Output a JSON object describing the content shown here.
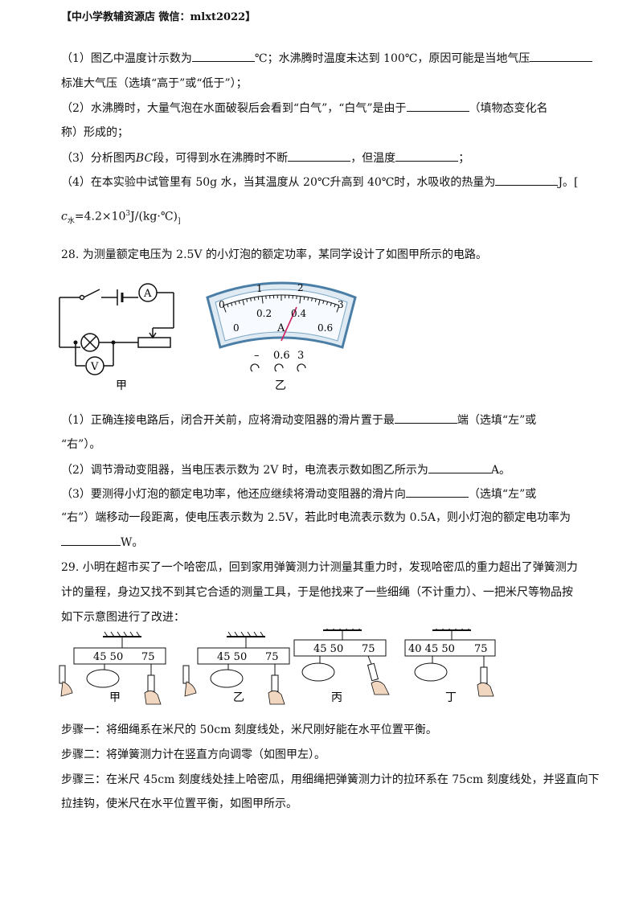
{
  "header": "【中小学教辅资源店  微信：mlxt2022】",
  "q27": {
    "p1a": "（1）图乙中温度计示数为",
    "p1b": "℃；水沸腾时温度未达到 100℃，原因可能是当地气压",
    "p1c": "标准大气压（选填“高于”或“低于”）；",
    "p2a": "（2）水沸腾时，大量气泡在水面破裂后会看到“白气”，“白气”是由于",
    "p2b": "（填物态变化名",
    "p2c": "称）形成的；",
    "p3a": "（3）分析图丙",
    "p3bc": "BC",
    "p3b": "段，可得到水在沸腾时不断",
    "p3c": "，但温度",
    "p3d": "；",
    "p4a": "（4）在本实验中试管里有 50g 水，当其温度从 20℃升高到 40℃时，水吸收的热量为",
    "p4b": "J。[",
    "formula_c": "c",
    "formula_sub": "水",
    "formula_eq": "=4.2×10",
    "formula_exp": "3",
    "formula_unit": "J/(kg·℃)",
    "formula_end": "]"
  },
  "q28": {
    "stem": "28. 为测量额定电压为 2.5V 的小灯泡的额定功率，某同学设计了如图甲所示的电路。",
    "fig_jia": "甲",
    "fig_yi": "乙",
    "ammeter_symbol": "A",
    "voltmeter_symbol": "V",
    "meter_top": [
      "0",
      "1",
      "2",
      "3"
    ],
    "meter_bottom": [
      "0",
      "0.2",
      "0.4",
      "0.6"
    ],
    "meter_unit": "A",
    "terminals": [
      "–",
      "0.6",
      "3"
    ],
    "p1a": "（1）正确连接电路后，闭合开关前，应将滑动变阻器的滑片置于最",
    "p1b": "端（选填“左”或",
    "p1c": "“右”）。",
    "p2a": "（2）调节滑动变阻器，当电压表示数为 2V 时，电流表示数如图乙所示为",
    "p2b": "A。",
    "p3a": "（3）要测得小灯泡的额定电功率，他还应继续将滑动变阻器的滑片向",
    "p3b": "（选填“左”或",
    "p3c": "“右”）端移动一段距离，使电压表示数为 2.5V，若此时电流表示数为 0.5A，则小灯泡的额定电功率为",
    "p3d": "W。"
  },
  "q29": {
    "l1": "29. 小明在超市买了一个哈密瓜，回到家用弹簧测力计测量其重力时，发现哈密瓜的重力超出了弹簧测力",
    "l2": "计的量程，身边又找不到其它合适的测量工具，于是他找来了一些细绳（不计重力）、一把米尺等物品按",
    "l3": "如下示意图进行了改进：",
    "figs": [
      {
        "label": "甲",
        "ticks": "45 50",
        "right": "75"
      },
      {
        "label": "乙",
        "ticks": "45 50",
        "right": "75"
      },
      {
        "label": "丙",
        "ticks": "45 50",
        "right": "75"
      },
      {
        "label": "丁",
        "ticks": "40 45 50",
        "right": "75"
      }
    ],
    "s1": "步骤一：将细绳系在米尺的 50cm 刻度线处，米尺刚好能在水平位置平衡。",
    "s2": "步骤二：将弹簧测力计在竖直方向调零（如图甲左）。",
    "s3a": "步骤三：在米尺 45cm 刻度线处挂上哈密瓜，用细绳把弹簧测力计的拉环系在 75cm 刻度线处，并竖直向下",
    "s3b": "拉挂钩，使米尺在水平位置平衡，如图甲所示。"
  }
}
